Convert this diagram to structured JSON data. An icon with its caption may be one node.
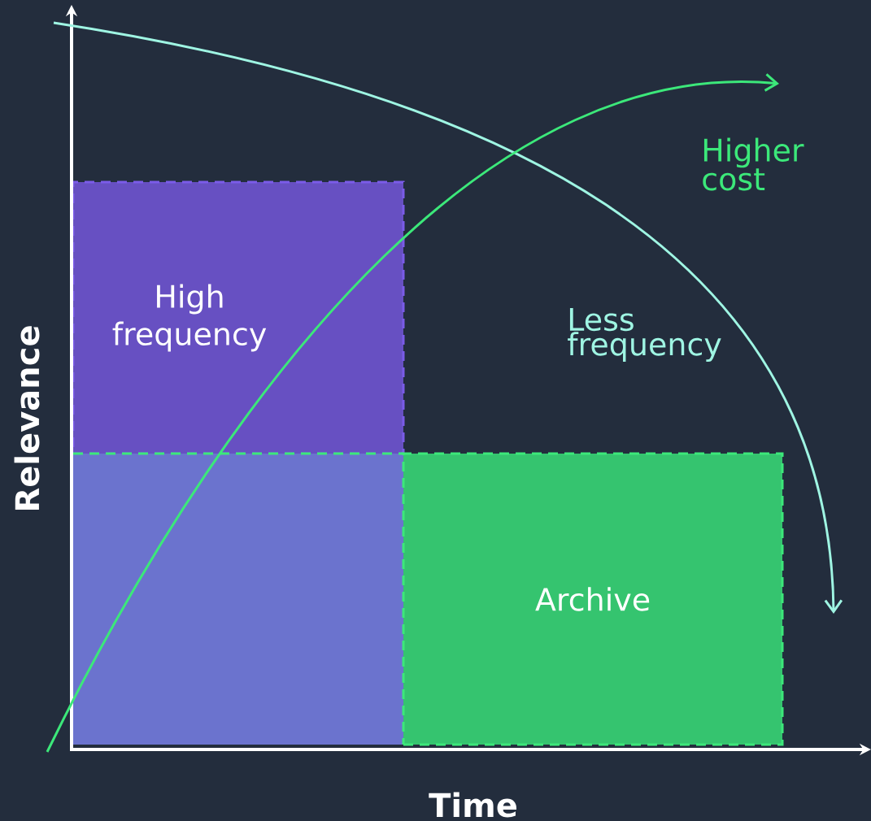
{
  "diagram": {
    "nodes": [
      {
        "text": [
          "High frequency"
        ]
      },
      {
        "text": [],
        "shape": "box"
      },
      {
        "text": [
          "Archive"
        ]
      }
    ],
    "labels": [
      "Higher cost",
      "Less frequency",
      "Relevance",
      "Time"
    ]
  }
}
